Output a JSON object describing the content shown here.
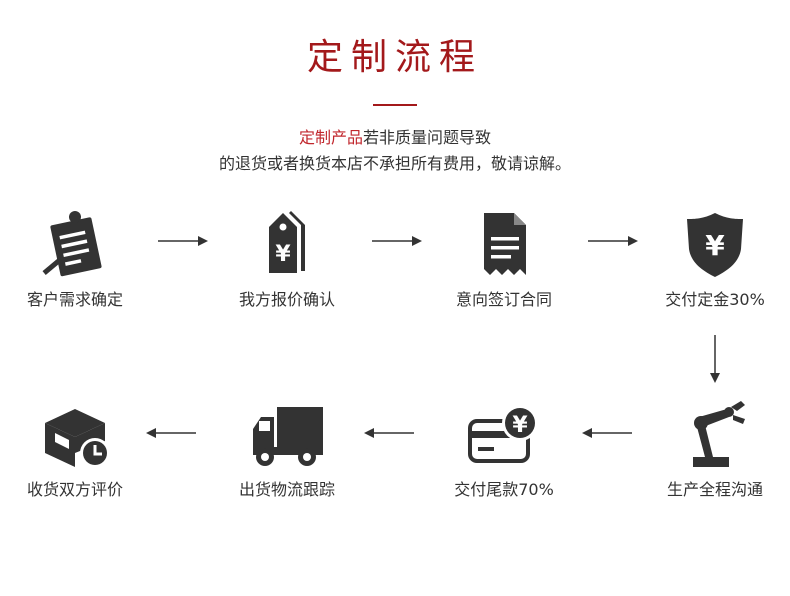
{
  "header": {
    "title": "定制流程",
    "notice_highlight": "定制产品",
    "notice_line1_rest": "若非质量问题导致",
    "notice_line2": "的退货或者换货本店不承担所有费用，敬请谅解。"
  },
  "steps": [
    {
      "label": "客户需求确定",
      "icon": "request-notes-icon"
    },
    {
      "label": "我方报价确认",
      "icon": "price-tag-icon"
    },
    {
      "label": "意向签订合同",
      "icon": "contract-document-icon"
    },
    {
      "label": "交付定金30%",
      "icon": "yuan-shield-icon"
    },
    {
      "label": "生产全程沟通",
      "icon": "robot-arm-icon"
    },
    {
      "label": "交付尾款70%",
      "icon": "card-payment-icon"
    },
    {
      "label": "出货物流跟踪",
      "icon": "delivery-truck-icon"
    },
    {
      "label": "收货双方评价",
      "icon": "package-clock-icon"
    }
  ],
  "colors": {
    "accent": "#a3191b",
    "highlight": "#c1272d",
    "icon": "#333333",
    "text": "#333333"
  }
}
